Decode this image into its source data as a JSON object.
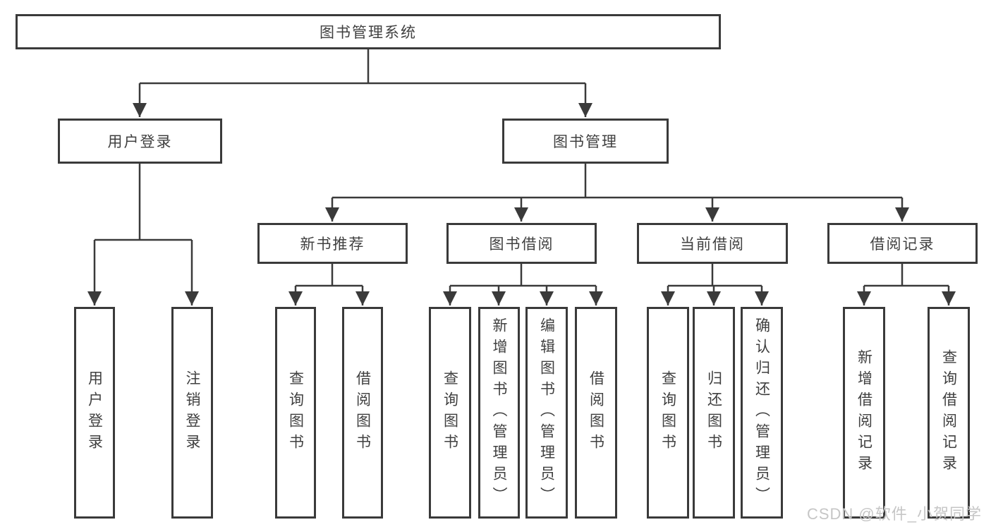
{
  "diagram": {
    "root": {
      "label": "图书管理系统"
    },
    "level2": [
      {
        "label": "用户登录"
      },
      {
        "label": "图书管理"
      }
    ],
    "level3": [
      {
        "label": "新书推荐"
      },
      {
        "label": "图书借阅"
      },
      {
        "label": "当前借阅"
      },
      {
        "label": "借阅记录"
      }
    ],
    "leaves": {
      "user_login": [
        "用户登录",
        "注销登录"
      ],
      "new_books": [
        "查询图书",
        "借阅图书"
      ],
      "book_borrow": [
        "查询图书",
        "新增图书（管理员）",
        "编辑图书（管理员）",
        "借阅图书"
      ],
      "current_borrow": [
        "查询图书",
        "归还图书",
        "确认归还（管理员）"
      ],
      "borrow_records": [
        "新增借阅记录",
        "查询借阅记录"
      ]
    },
    "watermark": "CSDN @软件_小贺同学",
    "colors": {
      "line": "#3a3a3a",
      "box_border": "#3a3a3a",
      "text": "#404040",
      "watermark": "#c6c6c6",
      "background": "#ffffff"
    }
  }
}
